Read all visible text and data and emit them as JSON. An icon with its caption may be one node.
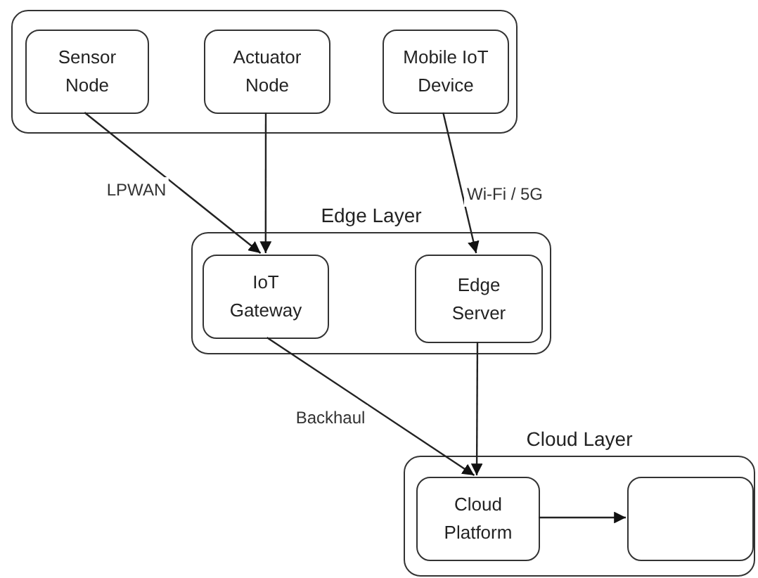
{
  "diagram": {
    "nodes": [
      {
        "text": [],
        "shape": "box"
      },
      {
        "text": [
          "Sensor Node"
        ],
        "in": 0
      },
      {
        "text": [
          "Actuator Node"
        ],
        "in": 0
      },
      {
        "text": [
          "Mobile IoT Device"
        ],
        "in": 0
      },
      {
        "text": [
          "Edge Layer"
        ]
      },
      {
        "text": [
          "IoT Gateway"
        ],
        "in": 4
      },
      {
        "text": [
          "Edge Server"
        ],
        "in": 4
      },
      {
        "text": [
          "Cloud Layer"
        ]
      },
      {
        "text": [
          "Cloud Platform"
        ],
        "in": 7
      },
      {
        "text": [],
        "shape": "box",
        "in": 7
      }
    ],
    "edges": [
      {
        "from": 1,
        "to": 5,
        "arrow": "to",
        "label": "LPWAN"
      },
      {
        "from": 2,
        "to": 5,
        "arrow": "to"
      },
      {
        "from": 3,
        "to": 6,
        "arrow": "to",
        "label": "Wi-Fi / 5G"
      },
      {
        "from": 5,
        "to": 8,
        "arrow": "to",
        "label": "Backhaul"
      },
      {
        "from": 6,
        "to": 8,
        "arrow": "to"
      },
      {
        "from": 8,
        "to": 9,
        "arrow": "to"
      }
    ]
  }
}
